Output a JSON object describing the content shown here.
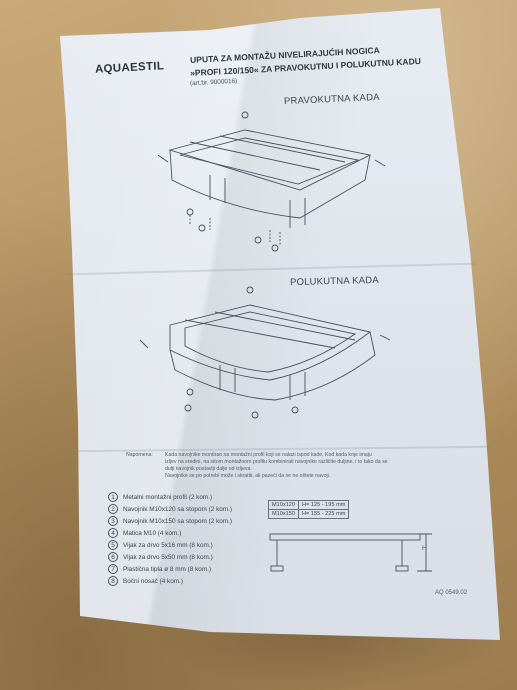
{
  "brand": "AQUAESTIL",
  "title_line1": "UPUTA ZA MONTAŽU NIVELIRAJUĆIH NOGICA",
  "title_line2": "»PROFI 120/150« ZA PRAVOKUTNU I POLUKUTNU KADU",
  "art_no": "(art.br. 9000016)",
  "section1": "PRAVOKUTNA KADA",
  "section2": "POLUKUTNA KADA",
  "note_label": "Napomena:",
  "note_lines": [
    "Kada navojnike montirao na montažni profil koji se nalazi ispod kade, Kod kada koje imaju",
    "izljev na sredini, na istom montažnom profilu kombinirati navojnike različite duljine, i to tako da se",
    "dulji navojnik postavlji dalje od izljeva.",
    "Navojnike se po potrebi može i skratiti, ali pazeći da se ne oštete navoji."
  ],
  "legend": [
    {
      "n": "1",
      "text": "Metalni montažni profil  (2 kom.)"
    },
    {
      "n": "2",
      "text": "Navojnik M10x120 sa stopom  (2 kom.)"
    },
    {
      "n": "3",
      "text": "Navojnik M10x150 sa stopom  (2 kom.)"
    },
    {
      "n": "4",
      "text": "Matica M10  (4 kom.)"
    },
    {
      "n": "5",
      "text": "Vijak za drvo 5x16 mm  (8 kom.)"
    },
    {
      "n": "6",
      "text": "Vijak za drvo 5x50 mm  (8 kom.)"
    },
    {
      "n": "7",
      "text": "Plastična tipla ø 8 mm  (8 kom.)"
    },
    {
      "n": "8",
      "text": "Bočni nosač  (4 kom.)"
    }
  ],
  "spec": [
    [
      "M10x120",
      "H= 125 - 195 mm"
    ],
    [
      "M10x150",
      "H= 155 - 225 mm"
    ]
  ],
  "dim_label": "H",
  "doc_code": "AQ 0549.02",
  "colors": {
    "paper": "#e1e6ee",
    "ink": "#3a3f4a",
    "table": "#b89a68"
  }
}
